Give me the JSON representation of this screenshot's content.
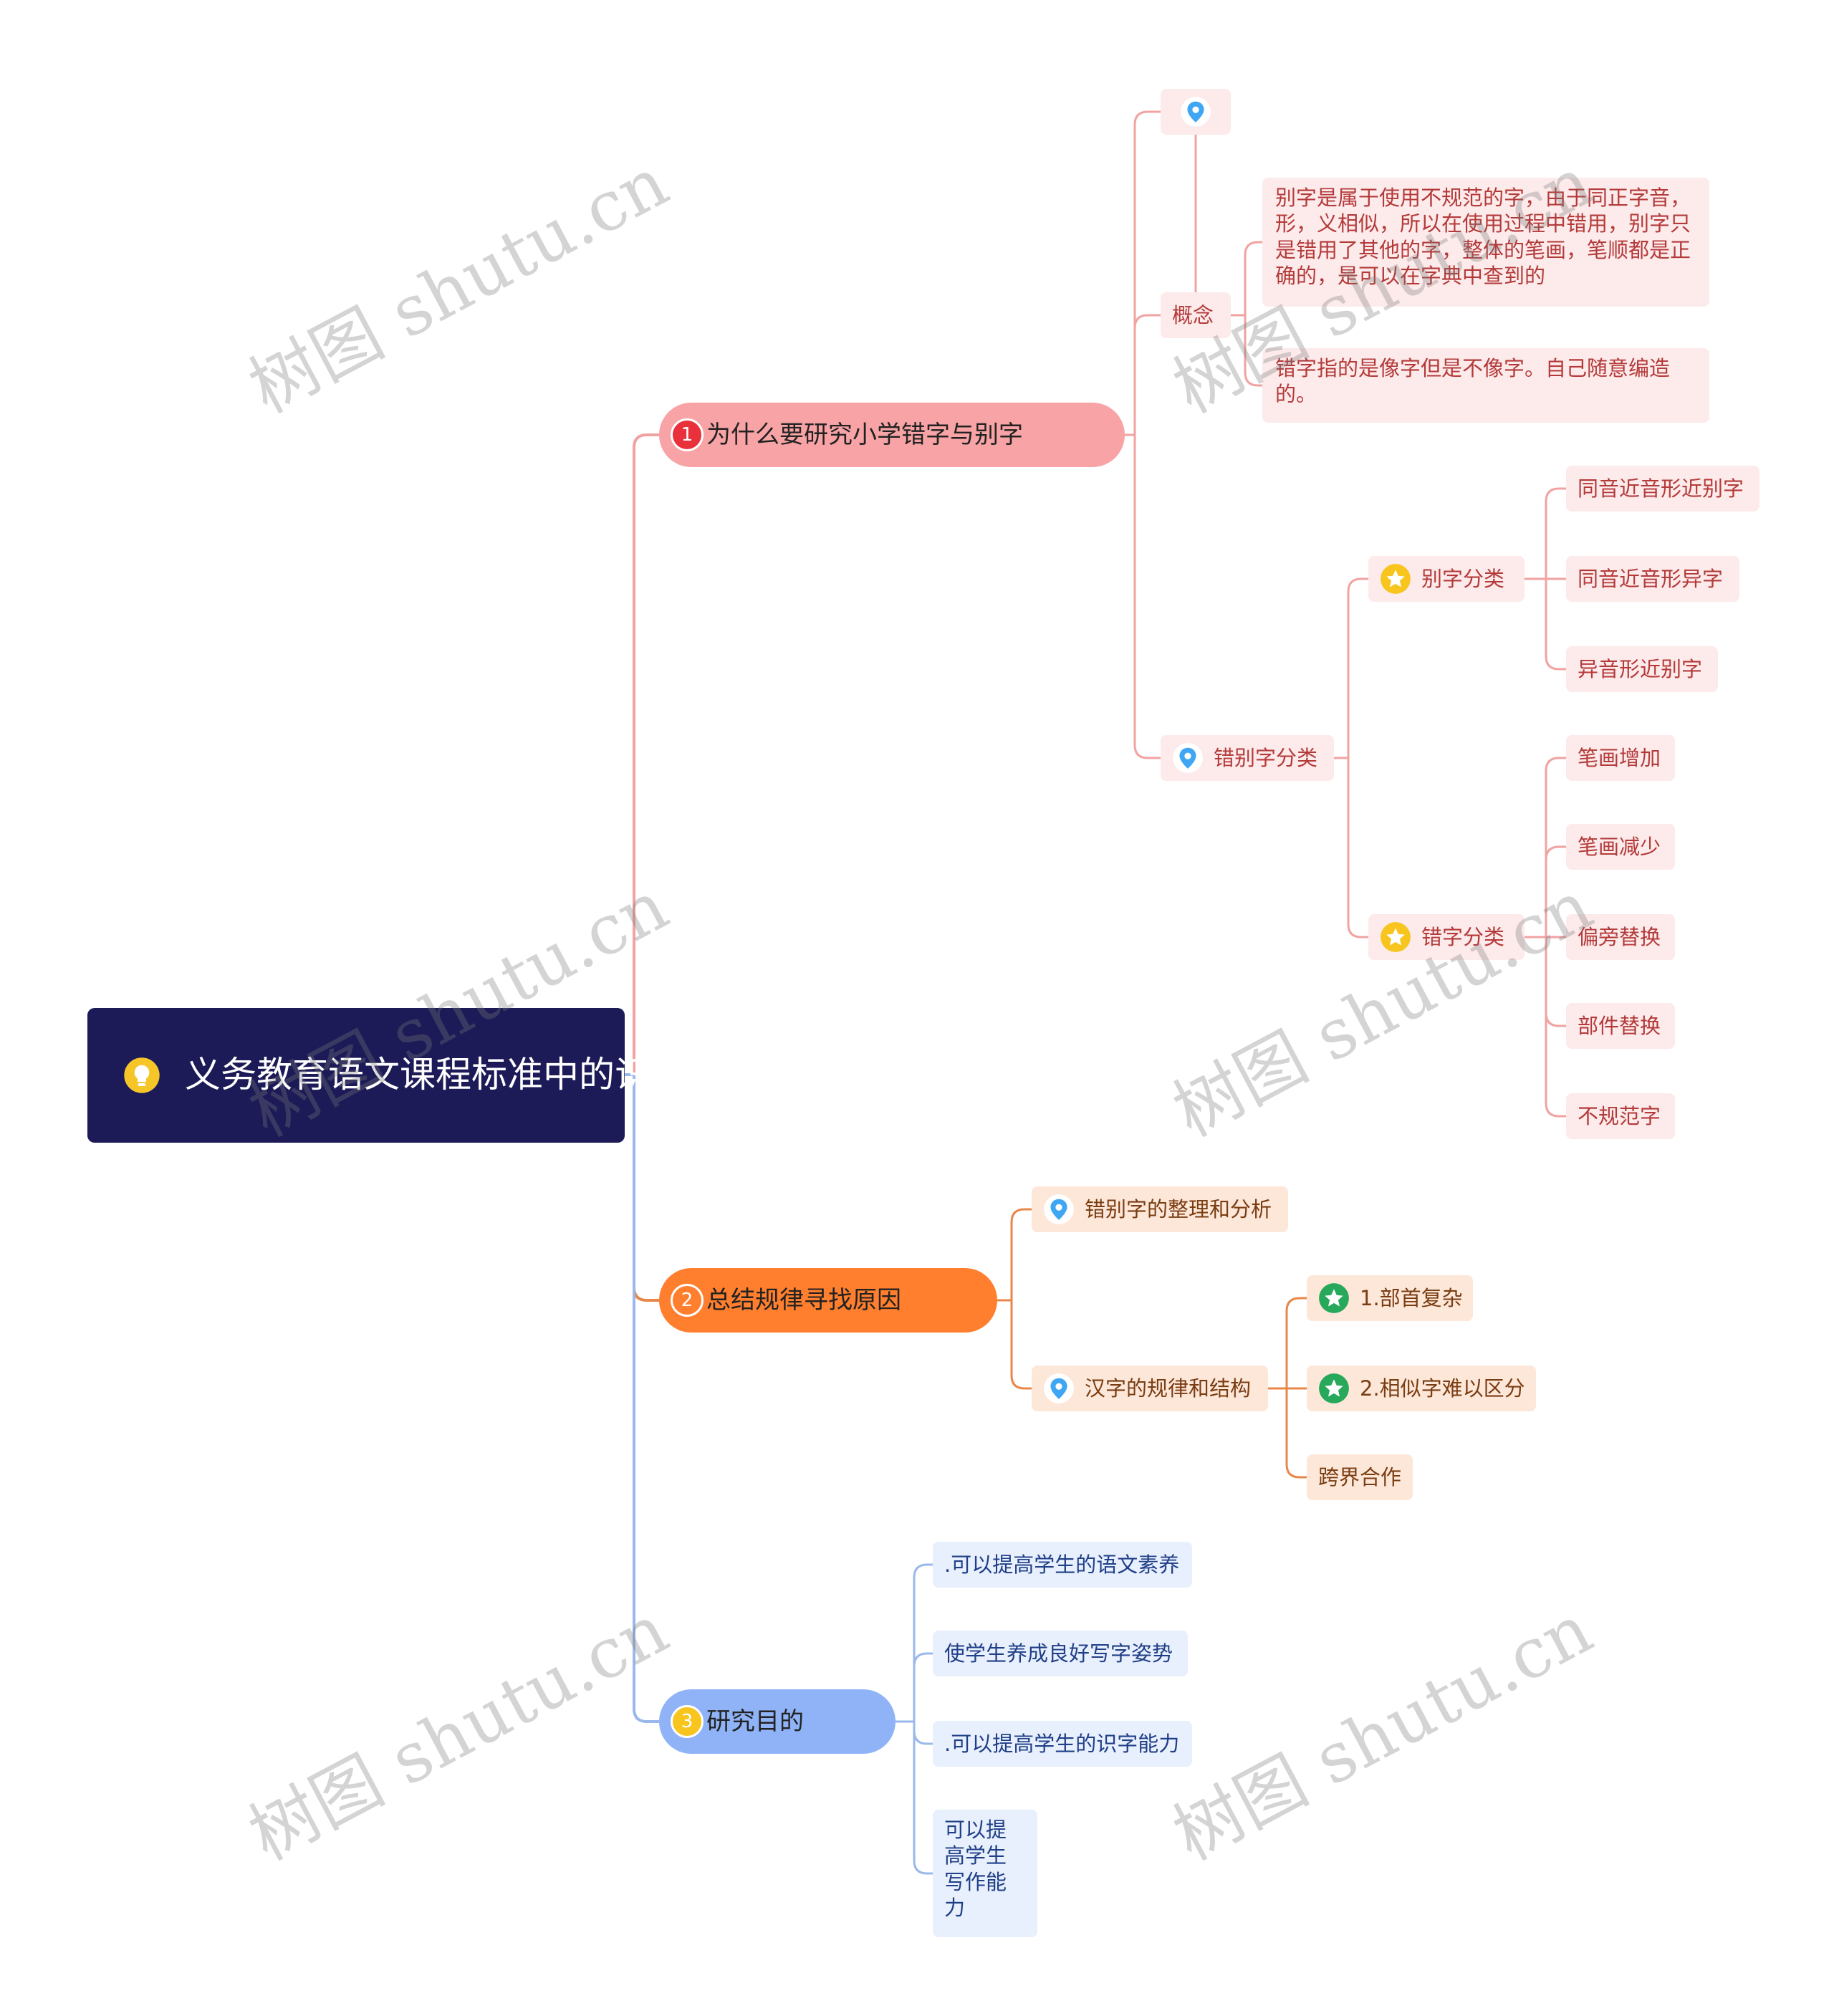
{
  "colors": {
    "root_bg": "#1c1b57",
    "branch1": "#f8a3a5",
    "branch2": "#ff7f2e",
    "branch3": "#8fb3f6",
    "line1": "#f0a3a1",
    "line2": "#e8874a",
    "line3": "#9ab8ec"
  },
  "root": {
    "title": "义务教育语文课程标准中的识字，写字要求",
    "icon": "lightbulb-icon"
  },
  "branches": [
    {
      "num": "1",
      "label": "为什么要研究小学错字与别字",
      "children": [
        {
          "label": "",
          "icon": "location-pin-icon"
        },
        {
          "label": "概念",
          "children": [
            {
              "label": "别字是属于使用不规范的字，由于同正字音，形，义相似，所以在使用过程中错用，别字只是错用了其他的字，整体的笔画，笔顺都是正确的，是可以在字典中查到的"
            },
            {
              "label": "错字指的是像字但是不像字。自己随意编造的。"
            }
          ]
        },
        {
          "label": "错别字分类",
          "icon": "location-pin-icon",
          "children": [
            {
              "label": "别字分类",
              "icon": "star-icon",
              "children": [
                {
                  "label": "同音近音形近别字"
                },
                {
                  "label": "同音近音形异字"
                },
                {
                  "label": "异音形近别字"
                }
              ]
            },
            {
              "label": "错字分类",
              "icon": "star-icon",
              "children": [
                {
                  "label": "笔画增加"
                },
                {
                  "label": "笔画减少"
                },
                {
                  "label": "偏旁替换"
                },
                {
                  "label": "部件替换"
                },
                {
                  "label": "不规范字"
                }
              ]
            }
          ]
        }
      ]
    },
    {
      "num": "2",
      "label": "总结规律寻找原因",
      "children": [
        {
          "label": "错别字的整理和分析",
          "icon": "location-pin-icon"
        },
        {
          "label": "汉字的规律和结构",
          "icon": "location-pin-icon",
          "children": [
            {
              "label": "1.部首复杂",
              "icon": "star-icon"
            },
            {
              "label": "2.相似字难以区分",
              "icon": "star-icon"
            },
            {
              "label": "跨界合作"
            }
          ]
        }
      ]
    },
    {
      "num": "3",
      "label": "研究目的",
      "children": [
        {
          "label": ".可以提高学生的语文素养"
        },
        {
          "label": "使学生养成良好写字姿势"
        },
        {
          "label": ".可以提高学生的识字能力"
        },
        {
          "label": "可以提高学生写作能力"
        }
      ]
    }
  ],
  "watermark": "树图 shutu.cn"
}
